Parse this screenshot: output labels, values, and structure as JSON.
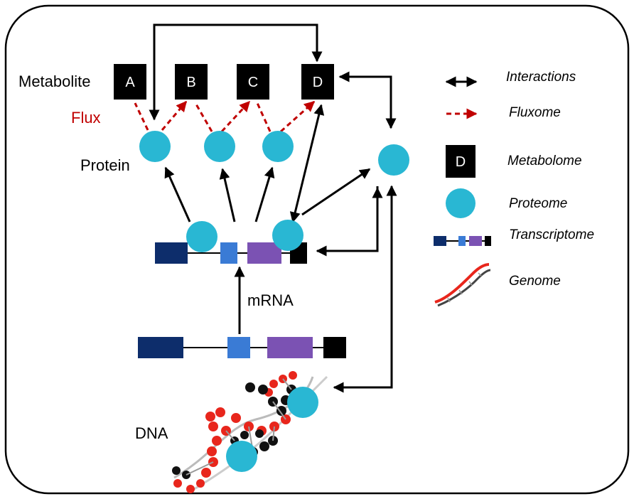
{
  "metabolites": [
    "A",
    "B",
    "C",
    "D"
  ],
  "labels": {
    "metabolite": "Metabolite",
    "flux": "Flux",
    "protein": "Protein",
    "mrna": "mRNA",
    "dna": "DNA"
  },
  "legend": {
    "interactions": "Interactions",
    "fluxome": "Fluxome",
    "metabolome_box": "D",
    "metabolome": "Metabolome",
    "proteome": "Proteome",
    "transcriptome": "Transcriptome",
    "genome": "Genome"
  },
  "colors": {
    "protein": "#29b7d3",
    "flux_arrow": "#c00000",
    "flux_text": "#c00000",
    "exon_dark": "#0d2d6b",
    "exon_blue": "#3a7bd5",
    "exon_purple": "#7b52b3",
    "exon_black": "#000000",
    "dna_red": "#e8261c"
  },
  "icons": [
    "double-arrow-icon",
    "dashed-arrow-icon",
    "metabolite-box-icon",
    "protein-circle-icon",
    "gene-icon",
    "dna-helix-icon"
  ]
}
